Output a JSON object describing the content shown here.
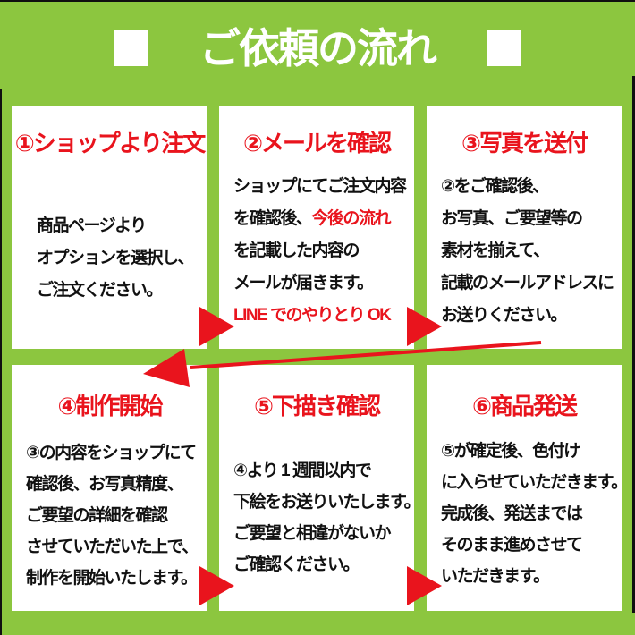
{
  "colors": {
    "background": "#8cc63f",
    "accent_red": "#e9141d",
    "card_background": "#ffffff",
    "title_text": "#ffffff",
    "body_text": "#111111"
  },
  "header": {
    "title": "ご依頼の流れ"
  },
  "cards": [
    {
      "heading": "①ショップより注文",
      "lines": [
        [
          {
            "t": "商品ページより"
          }
        ],
        [
          {
            "t": "オプションを選択し、"
          }
        ],
        [
          {
            "t": "ご注文ください。"
          }
        ]
      ]
    },
    {
      "heading": "②メールを確認",
      "lines": [
        [
          {
            "t": "ショップにてご注文内容"
          }
        ],
        [
          {
            "t": "を確認後、"
          },
          {
            "t": "今後の流れ",
            "red": true
          }
        ],
        [
          {
            "t": "を記載した内容の"
          }
        ],
        [
          {
            "t": "メールが届きます。"
          }
        ],
        [
          {
            "t": "LINE でのやりとり OK",
            "red": true
          }
        ]
      ]
    },
    {
      "heading": "③写真を送付",
      "lines": [
        [
          {
            "t": "②をご確認後、"
          }
        ],
        [
          {
            "t": "お写真、ご要望等の"
          }
        ],
        [
          {
            "t": "素材を揃えて、"
          }
        ],
        [
          {
            "t": "記載のメールアドレスに"
          }
        ],
        [
          {
            "t": "お送りください。"
          }
        ]
      ]
    },
    {
      "heading": "④制作開始",
      "lines": [
        [
          {
            "t": "③の内容をショップにて"
          }
        ],
        [
          {
            "t": "確認後、お写真精度、"
          }
        ],
        [
          {
            "t": "ご要望の詳細を確認"
          }
        ],
        [
          {
            "t": "させていただいた上で、"
          }
        ],
        [
          {
            "t": "制作を開始いたします。"
          }
        ]
      ]
    },
    {
      "heading": "⑤下描き確認",
      "lines": [
        [
          {
            "t": "④より 1 週間以内で"
          }
        ],
        [
          {
            "t": "下絵をお送りいたします。"
          }
        ],
        [
          {
            "t": "ご要望と相違がないか"
          }
        ],
        [
          {
            "t": "ご確認ください。"
          }
        ]
      ]
    },
    {
      "heading": "⑥商品発送",
      "lines": [
        [
          {
            "t": "⑤が確定後、色付け"
          }
        ],
        [
          {
            "t": "に入らせていただきます。"
          }
        ],
        [
          {
            "t": "完成後、発送までは"
          }
        ],
        [
          {
            "t": "そのまま進めさせて"
          }
        ],
        [
          {
            "t": "いただきます。"
          }
        ]
      ]
    }
  ]
}
